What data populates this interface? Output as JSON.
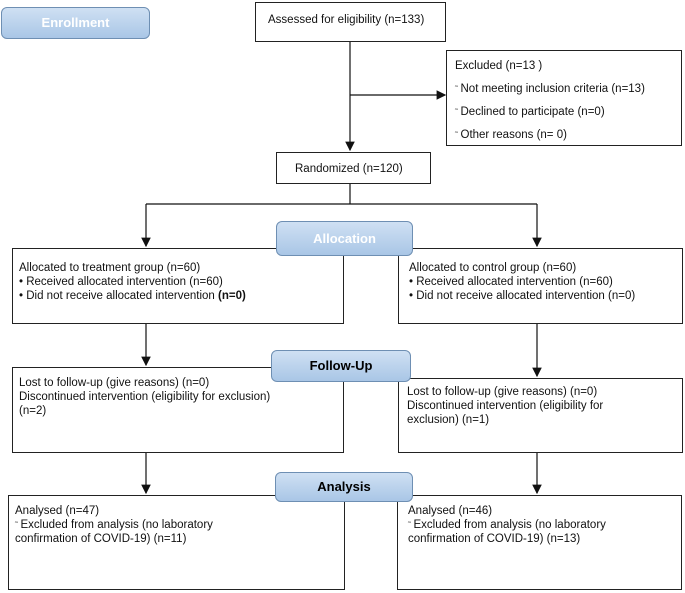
{
  "phases": {
    "enrollment": "Enrollment",
    "allocation": "Allocation",
    "follow_up": "Follow-Up",
    "analysis": "Analysis"
  },
  "assessed": "Assessed for eligibility (n=133)",
  "excluded": {
    "title": "Excluded  (n=13 )",
    "items": [
      "Not meeting inclusion criteria (n=13)",
      "Declined to participate (n=0)",
      "Other reasons (n= 0)"
    ]
  },
  "randomized": "Randomized (n=120)",
  "allocation_left": {
    "title": "Allocated to treatment group (n=60)",
    "received": "Received allocated intervention (n=60)",
    "not_received": "Did not receive allocated intervention",
    "not_received_count": "(n=0)"
  },
  "allocation_right": {
    "title": "Allocated to control group (n=60)",
    "received": "Received allocated intervention (n=60)",
    "not_received": "Did not receive allocated intervention (n=0)"
  },
  "followup_left": {
    "lost": "Lost to follow-up (give reasons) (n=0)",
    "discontinued": "Discontinued intervention (eligibility for exclusion) (n=2)"
  },
  "followup_right": {
    "lost": "Lost to follow-up (give reasons) (n=0)",
    "discontinued": "Discontinued intervention (eligibility for exclusion) (n=1)"
  },
  "analysis_left": {
    "title": "Analysed  (n=47)",
    "excluded": "Excluded from analysis (no laboratory confirmation of COVID-19) (n=11)"
  },
  "analysis_right": {
    "title": "Analysed  (n=46)",
    "excluded": "Excluded from analysis (no laboratory confirmation of COVID-19) (n=13)"
  }
}
